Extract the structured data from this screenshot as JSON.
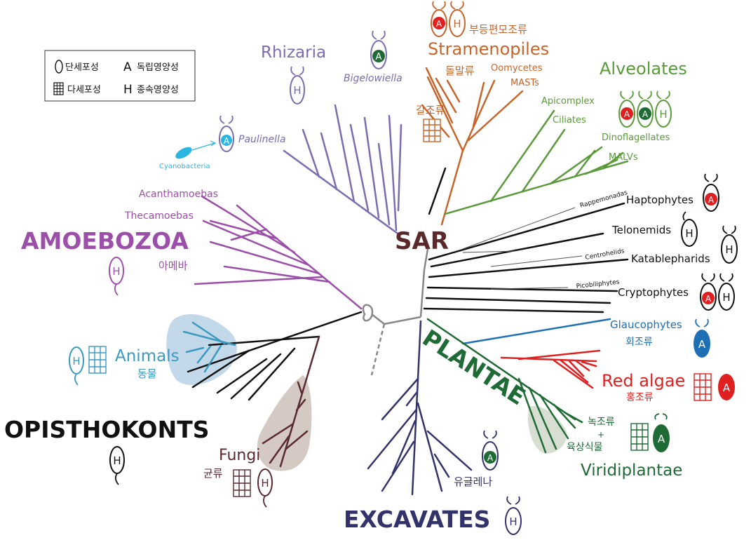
{
  "legend": {
    "unicellular_glyph": "0",
    "unicellular": "단세포성",
    "autotroph_glyph": "A",
    "autotroph": "독립영양성",
    "multicellular": "다세포성",
    "heterotroph_glyph": "H",
    "heterotroph": "종속영양성"
  },
  "groups": {
    "sar": "SAR",
    "amoebozoa": "AMOEBOZOA",
    "opisthokonts": "OPISTHOKONTS",
    "excavates": "EXCAVATES",
    "plantae": "PLANTAE",
    "rhizaria": "Rhizaria",
    "stramenopiles": "Stramenopiles",
    "alveolates": "Alveolates"
  },
  "taxa": {
    "bigelowiella": "Bigelowiella",
    "paulinella": "Paulinella",
    "cyanobacteria": "Cyanobacteria",
    "stramenopiles_kr": "부등편모조류",
    "diatoms_kr": "돌말류",
    "oomycetes": "Oomycetes",
    "masts": "MASTs",
    "brown_algae_kr": "갈조류",
    "apicomplex": "Apicomplex",
    "ciliates": "Ciliates",
    "dinoflagellates": "Dinoflagellates",
    "malvs": "MALVs",
    "acanthamoebas": "Acanthamoebas",
    "thecamoebas": "Thecamoebas",
    "amoeba_kr": "아메바",
    "rappemonadas": "Rappemonadas",
    "haptophytes": "Haptophytes",
    "telonemids": "Telonemids",
    "centrohelids": "Centrohelids",
    "katablepharids": "Katablepharids",
    "picobiliphytes": "Picobiliphytes",
    "cryptophytes": "Cryptophytes",
    "glaucophytes": "Glaucophytes",
    "glaucophytes_kr": "회조류",
    "red_algae": "Red algae",
    "red_algae_kr": "홍조류",
    "green_algae_kr": "녹조류",
    "plus": "+",
    "land_plants_kr": "육상식물",
    "viridiplantae": "Viridiplantae",
    "animals": "Animals",
    "animals_kr": "동물",
    "fungi": "Fungi",
    "fungi_kr": "균류",
    "euglena_kr": "유글레나"
  },
  "markers": {
    "a": "A",
    "h": "H"
  },
  "colors": {
    "rhizaria": "#7b6bb0",
    "stramenopiles": "#c8642a",
    "alveolates": "#5a9a3a",
    "amoebozoa": "#9b4fa8",
    "sar": "#5a2a2a",
    "black": "#111111",
    "plantae": "#1f6b35",
    "glaucophytes": "#1f6fb5",
    "red_algae": "#e02020",
    "animals": "#3a9ac0",
    "fungi": "#5a2a30",
    "excavates": "#33336b",
    "cyanobacteria": "#29b6e0",
    "root": "#888888"
  }
}
